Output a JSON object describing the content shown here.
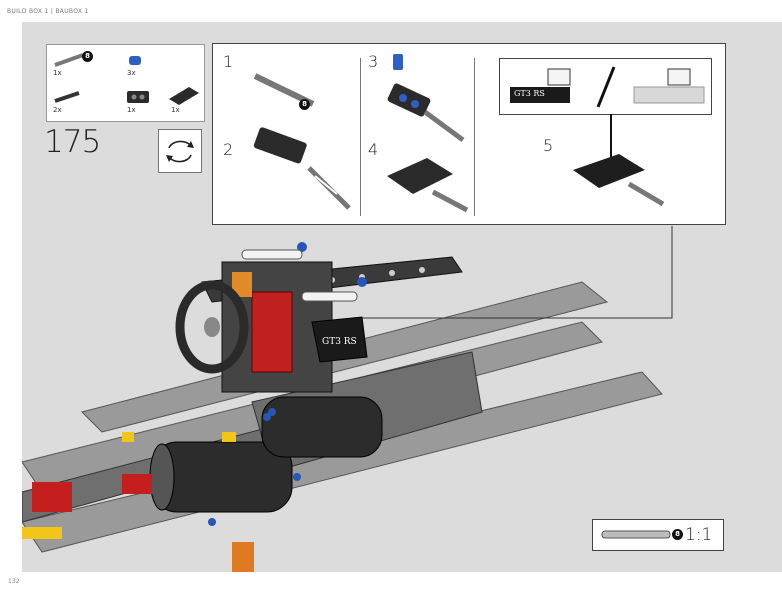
{
  "header": {
    "text": "BUILD BOX 1 | BAUBOX 1"
  },
  "page_number": "132",
  "step_number": "175",
  "parts_list": {
    "items": [
      {
        "name": "axle",
        "qty": "1x",
        "length_badge": "8"
      },
      {
        "name": "blue-pin",
        "qty": "3x"
      },
      {
        "name": "black-pin",
        "qty": "2x"
      },
      {
        "name": "connector-block",
        "qty": "1x"
      },
      {
        "name": "tile-plate",
        "qty": "1x"
      }
    ]
  },
  "rotate_icon": "rotate-model-icon",
  "substeps": [
    {
      "number": "1",
      "badge": "8"
    },
    {
      "number": "2"
    },
    {
      "number": "3"
    },
    {
      "number": "4"
    },
    {
      "number": "5"
    }
  ],
  "sticker_options": {
    "sticker_text": "GT3 RS"
  },
  "scale_reference": {
    "badge": "8",
    "label": "1:1"
  }
}
